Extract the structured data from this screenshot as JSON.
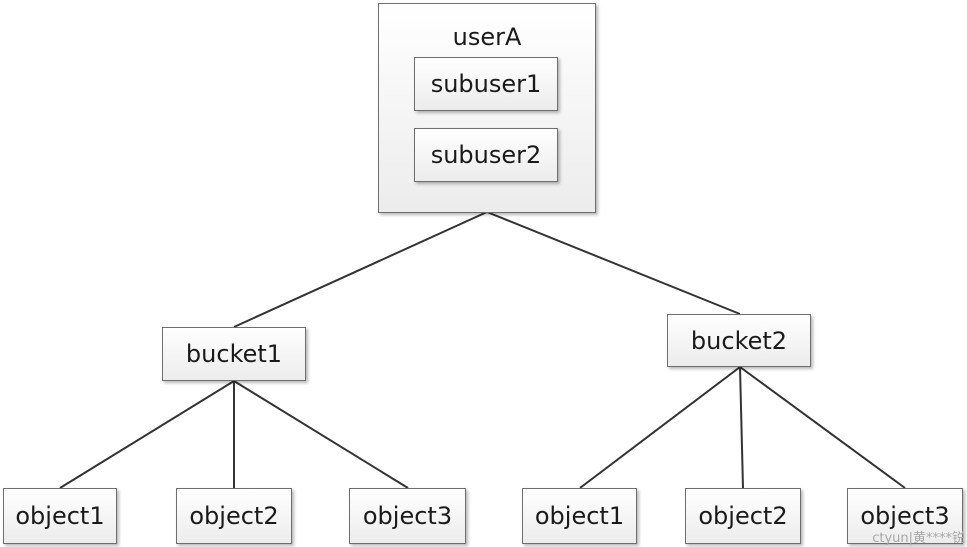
{
  "user": {
    "name": "userA",
    "subusers": [
      "subuser1",
      "subuser2"
    ]
  },
  "buckets": [
    {
      "name": "bucket1",
      "objects": [
        "object1",
        "object2",
        "object3"
      ]
    },
    {
      "name": "bucket2",
      "objects": [
        "object1",
        "object2",
        "object3"
      ]
    }
  ],
  "watermark": "ctyun|黄****锐",
  "colors": {
    "line": "#333333",
    "border": "#6e6e6e",
    "box_fill_top": "#ffffff",
    "box_fill_bottom": "#ececec"
  }
}
